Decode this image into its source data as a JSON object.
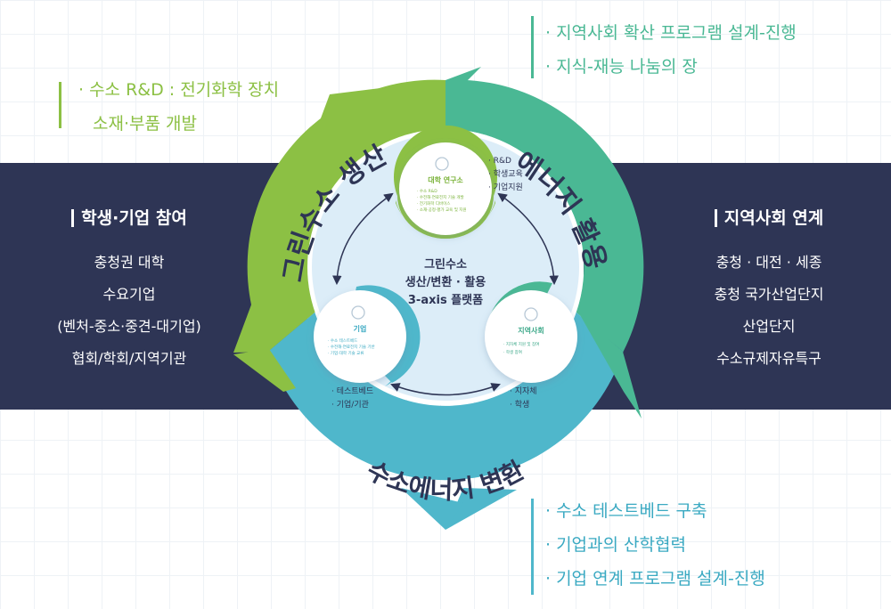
{
  "top_left": {
    "lines": [
      "· 수소 R&D : 전기화학 장치",
      "소재·부품 개발"
    ]
  },
  "top_right": {
    "lines": [
      "· 지역사회 확산 프로그램 설계-진행",
      "· 지식-재능 나눔의 장"
    ]
  },
  "bottom_right": {
    "lines": [
      "· 수소 테스트베드 구축",
      "· 기업과의 산학협력",
      "· 기업 연계 프로그램 설계-진행"
    ]
  },
  "left_panel": {
    "title": "학생·기업 참여",
    "items": [
      "충청권 대학",
      "수요기업",
      "(벤처-중소·중견-대기업)",
      "협회/학회/지역기관"
    ]
  },
  "right_panel": {
    "title": "지역사회 연계",
    "items": [
      "충청 · 대전 · 세종",
      "충청 국가산업단지",
      "산업단지",
      "수소규제자유특구"
    ]
  },
  "arcs": {
    "left": "그린수소 생산",
    "right": "에너지 활용",
    "bottom": "수소에너지 변환"
  },
  "center": {
    "line1": "그린수소",
    "line2": "생산/변환 · 활용",
    "line3": "3-axis 플랫폼"
  },
  "nodes": {
    "university": {
      "title": "대학 연구소",
      "items": [
        "· 수소 R&D",
        "· 수전해·연료전지 기술 개발",
        "· 전기화학 디바이스",
        "· 소재·공정·평가 교육 및 지원"
      ],
      "tags": [
        "· R&D",
        "· 학생교육",
        "· 기업지원"
      ]
    },
    "company": {
      "title": "기업",
      "items": [
        "· 수소 테스트베드",
        "· 수전해·연료전지 기술 기반",
        "· 기업-대학 기술 교류"
      ],
      "tags": [
        "· 테스트베드",
        "· 기업/기관"
      ]
    },
    "community": {
      "title": "지역사회",
      "items": [
        "· 지자체 지원 및 참여",
        "· 학생 참여"
      ],
      "tags": [
        "· 지자체",
        "· 학생"
      ]
    }
  },
  "colors": {
    "green": "#8cc044",
    "teal": "#4ab894",
    "cyan": "#4fb7cb",
    "navy": "#2e3555",
    "center_bg": "#dcedf8"
  }
}
